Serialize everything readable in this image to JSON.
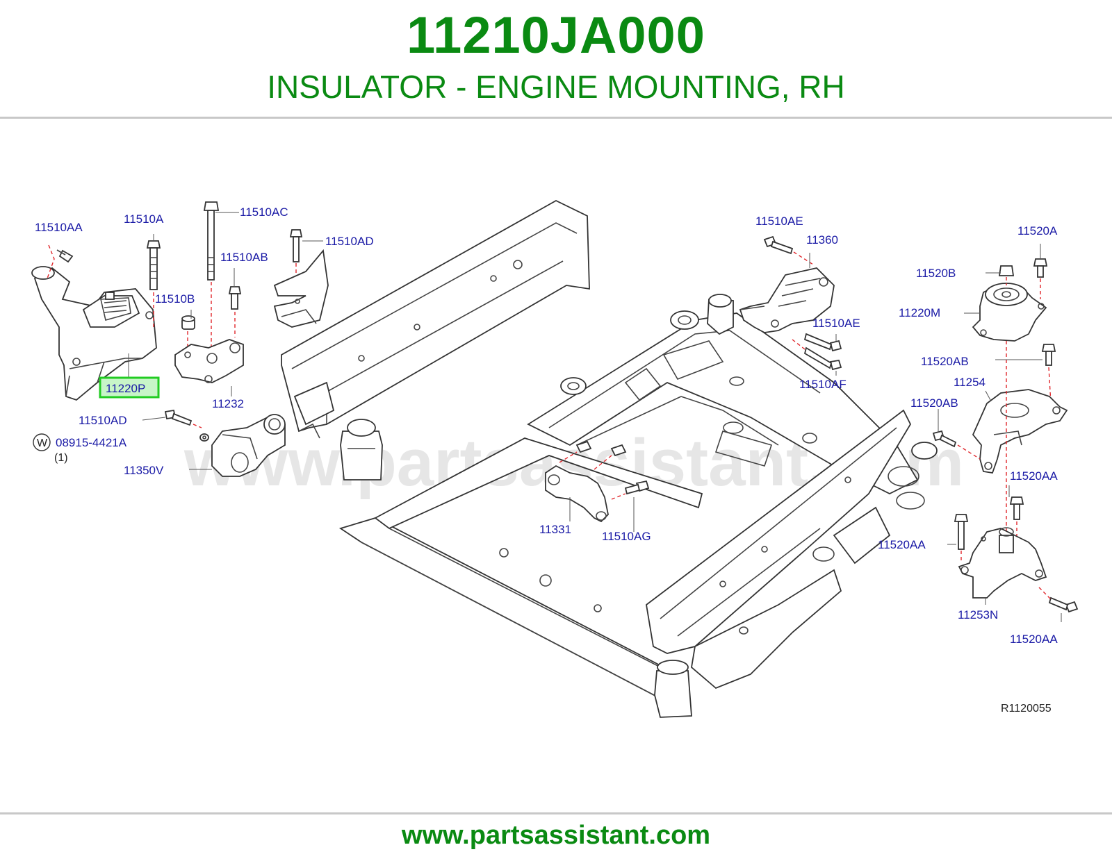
{
  "header": {
    "part_number": "11210JA000",
    "description": "INSULATOR - ENGINE MOUNTING, RH"
  },
  "diagram": {
    "watermark": "www.partsassistant.com",
    "highlighted_part": "11220P",
    "reference_code": "R1120055",
    "labels": {
      "p11510AA_tl": "11510AA",
      "p11510A": "11510A",
      "p11510AC": "11510AC",
      "p11510AD_top": "11510AD",
      "p11510AB": "11510AB",
      "p11510B": "11510B",
      "p11220P": "11220P",
      "p11232": "11232",
      "p11510AD_left": "11510AD",
      "p08915": "08915-4421A",
      "w_badge": "W",
      "qty": "(1)",
      "p11350V": "11350V",
      "p11331": "11331",
      "p11510AG": "11510AG",
      "p11510AE_top": "11510AE",
      "p11360": "11360",
      "p11510AE_mid": "11510AE",
      "p11510AF": "11510AF",
      "p11520A": "11520A",
      "p11520B": "11520B",
      "p11220M": "11220M",
      "p11520AB_top": "11520AB",
      "p11254": "11254",
      "p11520AB_mid": "11520AB",
      "p11520AA_r": "11520AA",
      "p11520AA_l": "11520AA",
      "p11253N": "11253N",
      "p11520AA_bot": "11520AA"
    }
  },
  "footer": {
    "url": "www.partsassistant.com"
  },
  "colors": {
    "title_green": "#0a8a12",
    "label_blue": "#1a1aa6",
    "highlight_green": "#22cc22",
    "highlight_fill": "#c8f5c8",
    "leader_red": "#e0262b"
  }
}
